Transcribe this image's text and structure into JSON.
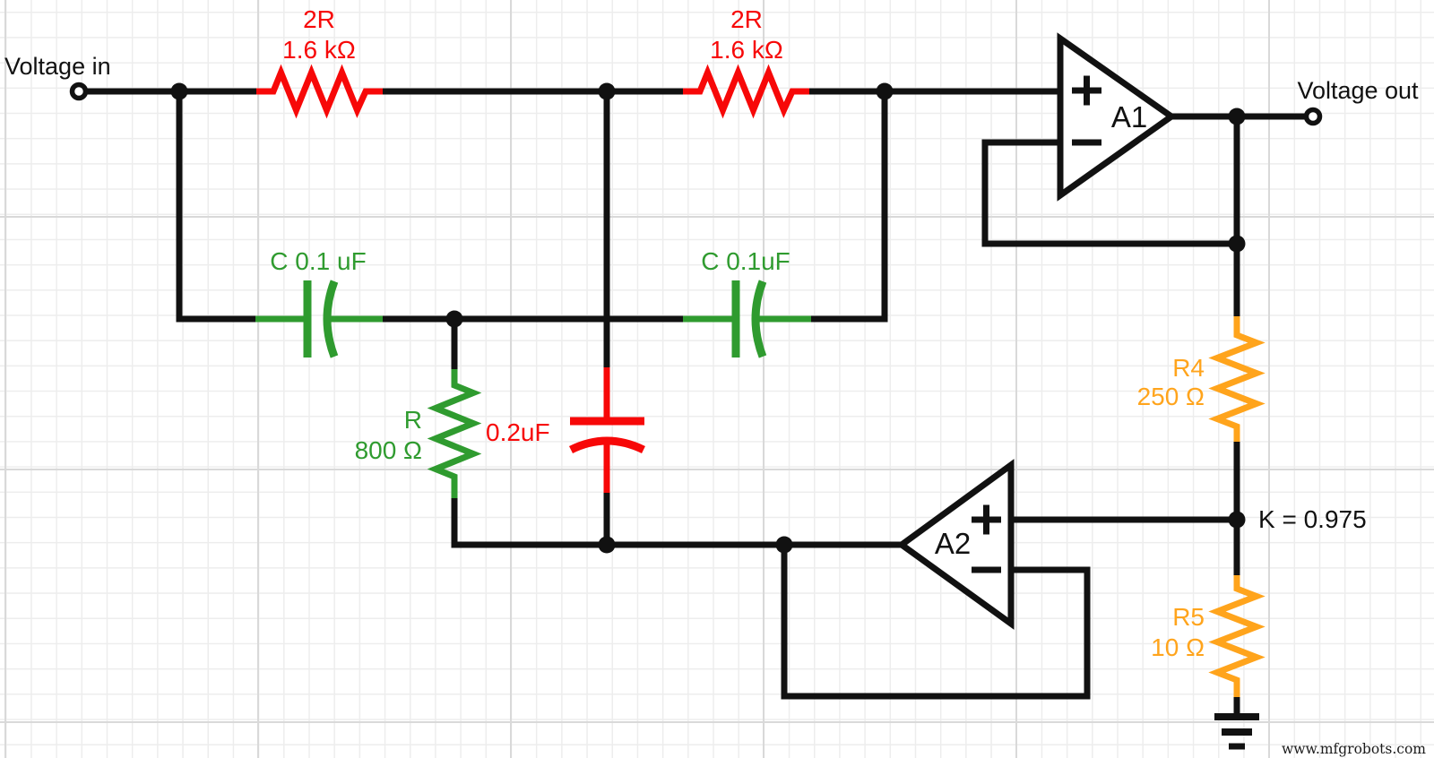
{
  "colors": {
    "wire": "#111111",
    "red": "#f70808",
    "green": "#2f9b2f",
    "orange": "#ffa41c",
    "grid_minor": "#ededed",
    "grid_major": "#d9d9d9",
    "background": "#ffffff"
  },
  "terminals": {
    "input_label": "Voltage in",
    "output_label": "Voltage out"
  },
  "components": {
    "r1": {
      "name": "2R",
      "value": "1.6 kΩ"
    },
    "r2": {
      "name": "2R",
      "value": "1.6 kΩ"
    },
    "c1": {
      "label": "C 0.1 uF"
    },
    "c2": {
      "label": "C 0.1uF"
    },
    "r3": {
      "name": "R",
      "value": "800 Ω"
    },
    "c3": {
      "label": "0.2uF"
    },
    "r4": {
      "name": "R4",
      "value": "250 Ω"
    },
    "r5": {
      "name": "R5",
      "value": "10 Ω"
    },
    "a1": {
      "label": "A1"
    },
    "a2": {
      "label": "A2"
    }
  },
  "annotations": {
    "k_factor": "K = 0.975",
    "watermark": "www.mfgrobots.com"
  }
}
